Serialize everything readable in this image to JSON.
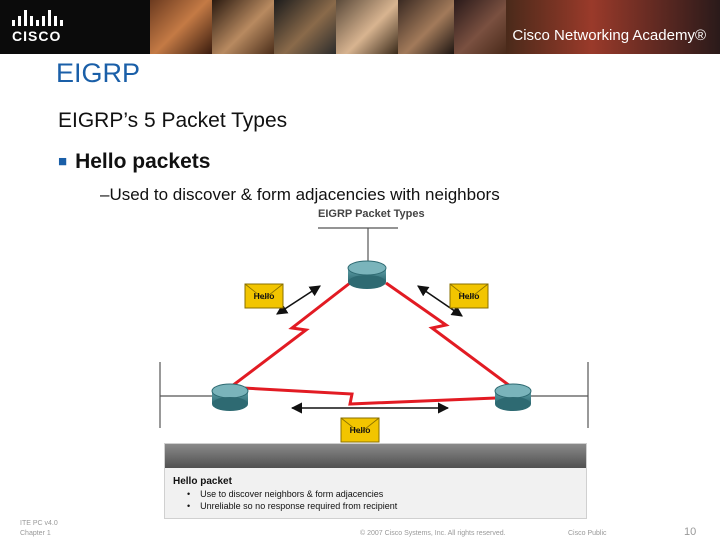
{
  "header": {
    "logo_text": "CISCO",
    "academy_text": "Cisco Networking Academy®"
  },
  "slide": {
    "title": "EIGRP",
    "subtitle": "EIGRP’s 5 Packet Types",
    "bullet": "Hello packets",
    "sub_bullet": "–Used to discover & form adjacencies with neighbors"
  },
  "diagram": {
    "title": "EIGRP Packet Types",
    "packet_labels": [
      "Hello",
      "Hello",
      "Hello"
    ],
    "info_box": {
      "heading": "Hello packet",
      "items": [
        "Use to discover neighbors & form adjacencies",
        "Unreliable so no response required from recipient"
      ]
    }
  },
  "footer": {
    "course_line1": "ITE PC v4.0",
    "course_line2": "Chapter 1",
    "copyright": "© 2007 Cisco Systems, Inc. All rights reserved.",
    "classification": "Cisco Public",
    "page_number": "10"
  },
  "colors": {
    "title_blue": "#1a5fa8",
    "link_red": "#e21b23",
    "router_teal": "#3f7d85",
    "envelope_yellow": "#f2c500"
  }
}
